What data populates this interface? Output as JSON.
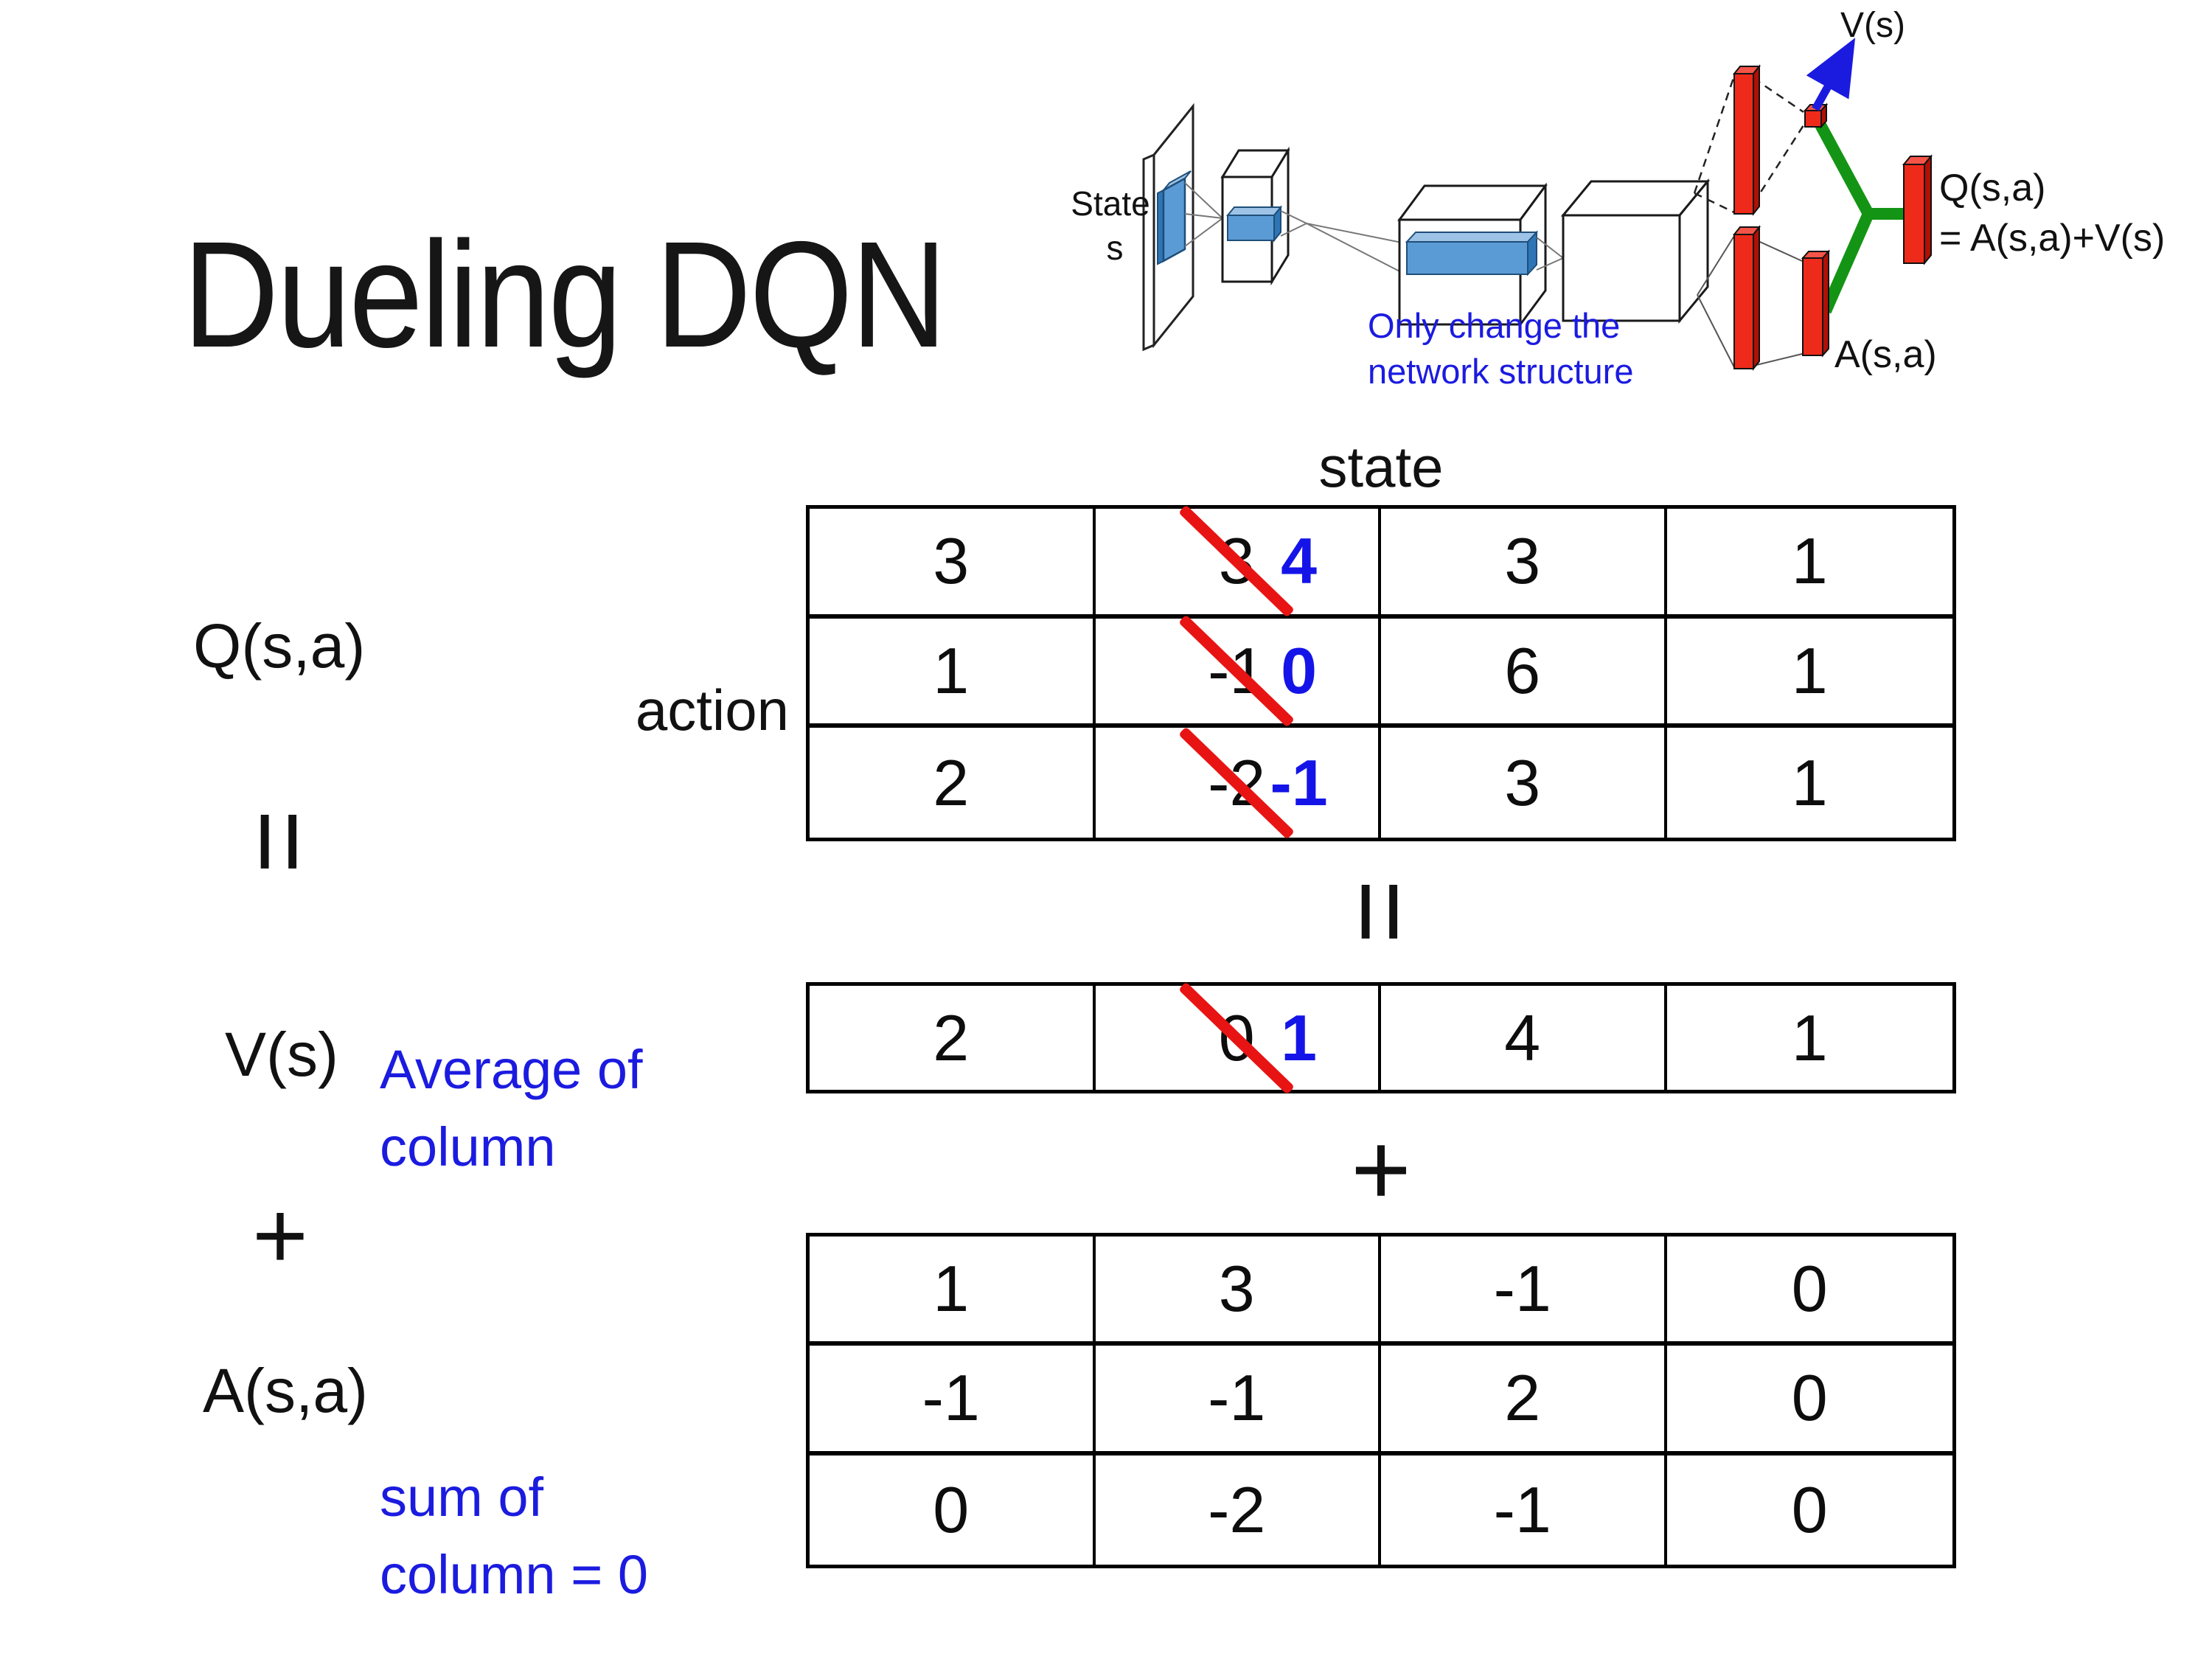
{
  "title": "Dueling DQN",
  "diagram": {
    "state_line1": "State",
    "state_line2": "s",
    "note_line1": "Only change the",
    "note_line2": "network structure",
    "v_out_label": "V(s)",
    "a_out_label": "A(s,a)",
    "q_out_line1": "Q(s,a)",
    "q_out_line2": "= A(s,a)+V(s)",
    "colors": {
      "conv_blue": "#5b9bd5",
      "conv_blue_light": "#9dc3e6",
      "conv_blue_dark": "#2e75b6",
      "bar_red": "#ee2b1b",
      "bar_red_dark": "#b01005",
      "bar_red_light": "#f55448",
      "merge_green": "#149414",
      "arrow_blue": "#1b1be0",
      "note_blue": "#1b1be0"
    }
  },
  "equation": {
    "q_label": "Q(s,a)",
    "equals": "=",
    "v_label": "V(s)",
    "plus": "+",
    "a_label": "A(s,a)",
    "avg_note_line1": "Average of",
    "avg_note_line2": "column",
    "sum_note_line1": "sum of",
    "sum_note_line2": "column = 0"
  },
  "axis": {
    "state_label": "state",
    "action_label": "action"
  },
  "center_ops": {
    "equals": "=",
    "plus": "+"
  },
  "q_table": {
    "rows": [
      [
        "3",
        {
          "old": "3",
          "new": "4"
        },
        "3",
        "1"
      ],
      [
        "1",
        {
          "old": "-1",
          "new": "0"
        },
        "6",
        "1"
      ],
      [
        "2",
        {
          "old": "-2",
          "new": "-1"
        },
        "3",
        "1"
      ]
    ]
  },
  "v_row": {
    "cells": [
      "2",
      {
        "old": "0",
        "new": "1"
      },
      "4",
      "1"
    ]
  },
  "a_table": {
    "rows": [
      [
        "1",
        "3",
        "-1",
        "0"
      ],
      [
        "-1",
        "-1",
        "2",
        "0"
      ],
      [
        "0",
        "-2",
        "-1",
        "0"
      ]
    ]
  },
  "colors": {
    "strike_red": "#e81414",
    "replace_blue": "#1414e8",
    "note_blue": "#1b1be0",
    "text_black": "#111111"
  }
}
